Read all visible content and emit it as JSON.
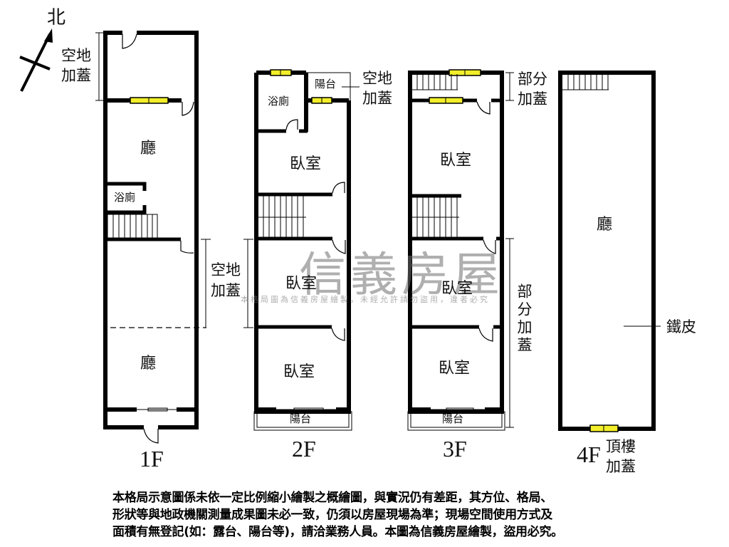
{
  "compass": {
    "label": "北",
    "icon": "north-arrow-icon"
  },
  "floors": [
    {
      "id": "1F",
      "label": "1F",
      "rooms": [
        {
          "name": "廳",
          "position": "upper"
        },
        {
          "name": "浴廁",
          "position": "bathroom"
        },
        {
          "name": "廳",
          "position": "lower"
        }
      ],
      "annotations": [
        {
          "text": "空地\n加蓋",
          "position": "top-left"
        },
        {
          "text": "空地\n加蓋",
          "position": "middle-right"
        }
      ]
    },
    {
      "id": "2F",
      "label": "2F",
      "rooms": [
        {
          "name": "浴廁",
          "position": "top-left"
        },
        {
          "name": "陽台",
          "position": "top-right"
        },
        {
          "name": "臥室",
          "position": "upper"
        },
        {
          "name": "臥室",
          "position": "middle"
        },
        {
          "name": "臥室",
          "position": "lower"
        },
        {
          "name": "陽台",
          "position": "bottom"
        }
      ],
      "annotations": [
        {
          "text": "空地\n加蓋",
          "position": "top-right"
        }
      ]
    },
    {
      "id": "3F",
      "label": "3F",
      "rooms": [
        {
          "name": "臥室",
          "position": "upper"
        },
        {
          "name": "臥室",
          "position": "middle"
        },
        {
          "name": "臥室",
          "position": "lower"
        },
        {
          "name": "陽台",
          "position": "bottom"
        }
      ],
      "annotations": [
        {
          "text": "部分\n加蓋",
          "position": "top-right"
        },
        {
          "text": "部\n分\n加\n蓋",
          "position": "right-vertical"
        }
      ]
    },
    {
      "id": "4F",
      "label": "4F",
      "sublabel": "頂樓\n加蓋",
      "rooms": [
        {
          "name": "廳",
          "position": "main"
        }
      ],
      "annotations": [
        {
          "text": "鐵皮",
          "position": "right"
        }
      ]
    }
  ],
  "labels": {
    "f1_hall_upper": "廳",
    "f1_bath": "浴廁",
    "f1_hall_lower": "廳",
    "f1_note_top_1": "空地",
    "f1_note_top_2": "加蓋",
    "f1_note_mid_1": "空地",
    "f1_note_mid_2": "加蓋",
    "f1_floor": "1F",
    "f2_bath": "浴廁",
    "f2_balcony_top": "陽台",
    "f2_bed_upper": "臥室",
    "f2_bed_middle": "臥室",
    "f2_bed_lower": "臥室",
    "f2_balcony_bottom": "陽台",
    "f2_note_1": "空地",
    "f2_note_2": "加蓋",
    "f2_floor": "2F",
    "f3_bed_upper": "臥室",
    "f3_bed_middle": "臥室",
    "f3_bed_lower": "臥室",
    "f3_balcony_bottom": "陽台",
    "f3_note_top_1": "部分",
    "f3_note_top_2": "加蓋",
    "f3_note_side": "部分加蓋",
    "f3_floor": "3F",
    "f4_hall": "廳",
    "f4_iron": "鐵皮",
    "f4_floor": "4F",
    "f4_sub_1": "頂樓",
    "f4_sub_2": "加蓋",
    "north": "北"
  },
  "watermark": {
    "brand": "信義房屋",
    "notice": "本格局圖為信義房屋繪製，未經允許請勿盜用，違者必究"
  },
  "disclaimer": {
    "line1": "本格局示意圖係未依一定比例縮小繪製之概繪圖，與實況仍有差距，其方位、格局、",
    "line2": "形狀等與地政機關測量成果圖未必一致，仍須以房屋現場為準；現場空間使用方式及",
    "line3": "面積有無登記(如：露台、陽台等)，請洽業務人員。本圖為信義房屋繪製，盜用必究。"
  },
  "colors": {
    "wall": "#000000",
    "window_fill": "#f2ee2a",
    "watermark": "#8a8a8a",
    "background": "#ffffff"
  }
}
